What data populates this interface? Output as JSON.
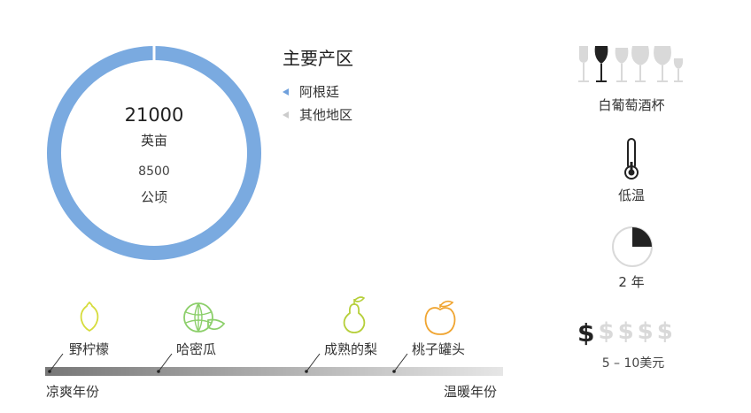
{
  "area": {
    "hectare_acres": "21000",
    "unit_mu": "英亩",
    "hectares": "8500",
    "unit_hectare": "公顷",
    "share_main_region": 0.99
  },
  "regions": {
    "title": "主要产区",
    "items": [
      {
        "label": "阿根廷",
        "color": "#6fa0dc"
      },
      {
        "label": "其他地区",
        "color": "#cccccc"
      }
    ]
  },
  "glass": {
    "label": "白葡萄酒杯",
    "selected_index": 1
  },
  "temperature": {
    "label": "低温"
  },
  "aging": {
    "label": "2 年",
    "fraction": 0.25
  },
  "price": {
    "label": "5 – 10美元",
    "level": 1,
    "max": 5,
    "symbol": "$"
  },
  "fruits": [
    {
      "label": "野柠檬",
      "icon": "lemon-icon",
      "color": "#d6dc3c"
    },
    {
      "label": "哈密瓜",
      "icon": "melon-icon",
      "color": "#8ccf6a"
    },
    {
      "label": "成熟的梨",
      "icon": "pear-icon",
      "color": "#b6cf3a"
    },
    {
      "label": "桃子罐头",
      "icon": "peach-icon",
      "color": "#f0a531"
    }
  ],
  "scale": {
    "left": "凉爽年份",
    "right": "温暖年份"
  },
  "colors": {
    "donut": "#7aaae0",
    "gap": "#ffffff",
    "dark": "#333333",
    "muted": "#d9d9d9"
  }
}
